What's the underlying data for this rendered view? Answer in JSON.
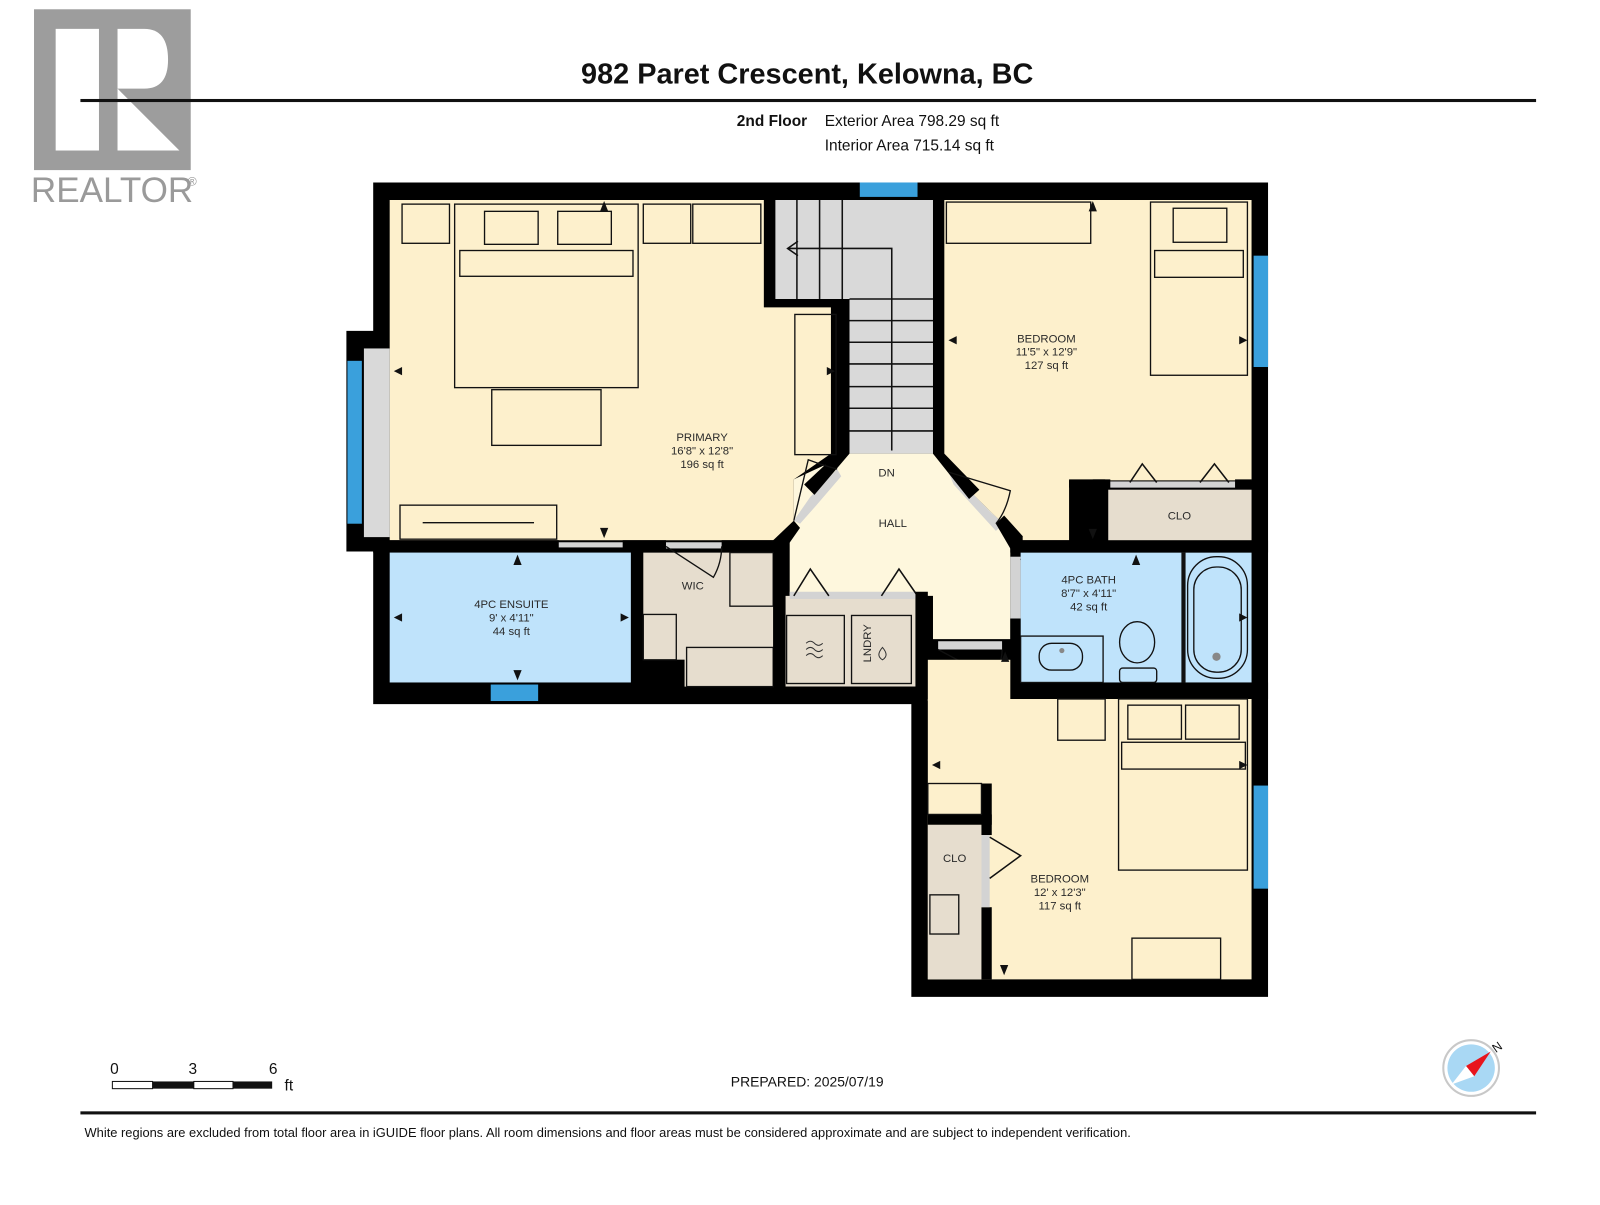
{
  "logo": {
    "letter": "R",
    "wordmark": "REALTOR",
    "registered": "®",
    "color": "#9a9a9a"
  },
  "header": {
    "title": "982 Paret Crescent, Kelowna, BC",
    "floor": "2nd Floor",
    "exterior_area": "Exterior Area 798.29 sq ft",
    "interior_area": "Interior Area 715.14 sq ft"
  },
  "rooms": {
    "primary": {
      "name": "PRIMARY",
      "dims": "16'8\" x 12'8\"",
      "area": "196 sq ft"
    },
    "bedroom_ne": {
      "name": "BEDROOM",
      "dims": "11'5\" x 12'9\"",
      "area": "127 sq ft"
    },
    "hall": {
      "name": "HALL",
      "stair_label": "DN"
    },
    "closet_ne": {
      "name": "CLO"
    },
    "ensuite": {
      "name": "4PC ENSUITE",
      "dims": "9' x 4'11\"",
      "area": "44 sq ft"
    },
    "wic": {
      "name": "WIC"
    },
    "laundry": {
      "name": "LNDRY"
    },
    "bath": {
      "name": "4PC BATH",
      "dims": "8'7\" x 4'11\"",
      "area": "42 sq ft"
    },
    "bedroom_se": {
      "name": "BEDROOM",
      "dims": "12' x 12'3\"",
      "area": "117 sq ft"
    },
    "closet_se": {
      "name": "CLO"
    }
  },
  "colors": {
    "wall": "#000000",
    "bedroom_fill": "#fdf0cc",
    "hall_fill": "#fef7dd",
    "bath_fill": "#bfe3fb",
    "closet_fill": "#e6ddce",
    "stair_fill": "#d9d9d9",
    "window": "#3aa0dc",
    "door_swing_gray": "#d3d3d3",
    "compass_bg": "#a9d8f4",
    "compass_needle": "#e8141c"
  },
  "scale_bar": {
    "ticks": [
      "0",
      "3",
      "6"
    ],
    "unit": "ft"
  },
  "prepared": "PREPARED: 2025/07/19",
  "compass": {
    "label": "N"
  },
  "footer": {
    "disclaimer": "White regions are excluded from total floor area in iGUIDE floor plans. All room dimensions and floor areas must be considered approximate and are subject to independent verification."
  }
}
